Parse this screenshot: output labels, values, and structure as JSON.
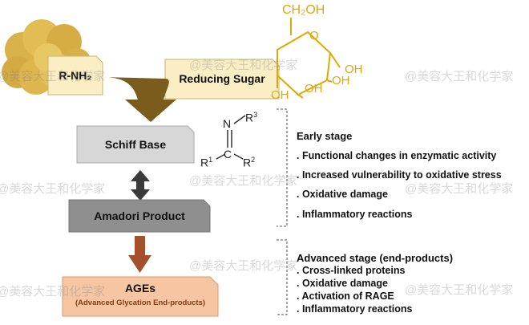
{
  "boxes": {
    "amine": "R-NH₂",
    "sugar": "Reducing Sugar",
    "schiff": "Schiff Base",
    "amadori": "Amadori Product",
    "ages_title": "AGEs",
    "ages_sub": "(Advanced Glycation End-products)"
  },
  "sugar_labels": {
    "ch2oh": "CH₂OH",
    "o": "O",
    "oh_right": "OH",
    "oh_mid": "OH",
    "oh_left": "OH",
    "oh_bottom": "OH"
  },
  "schiff_structure": {
    "n": "N",
    "r3": "R",
    "r3_sup": "3",
    "c": "C",
    "r1": "R",
    "r1_sup": "1",
    "r2": "R",
    "r2_sup": "2"
  },
  "early_stage": {
    "title": "Early stage",
    "items": [
      ". Functional changes in enzymatic activity",
      ". Increased vulnerability to oxidative stress",
      ". Oxidative damage",
      ". Inflammatory reactions"
    ]
  },
  "advanced_stage": {
    "title": "Advanced stage (end-products)",
    "items": [
      ". Cross-linked proteins",
      ". Oxidative damage",
      ". Activation of RAGE",
      ". Inflammatory reactions"
    ]
  },
  "watermark": "@美容大王和化学家",
  "colors": {
    "amine_box": "#fbeec4",
    "sugar_box": "#fbeec4",
    "schiff_box": "#d7d7d7",
    "amadori_box": "#8f8f8f",
    "ages_box": "#f6c6a3",
    "merge_arrow": "#7a5c1c",
    "double_arrow": "#3a3a3a",
    "ages_arrow": "#a4502a",
    "sugar_structure": "#e0a800"
  }
}
